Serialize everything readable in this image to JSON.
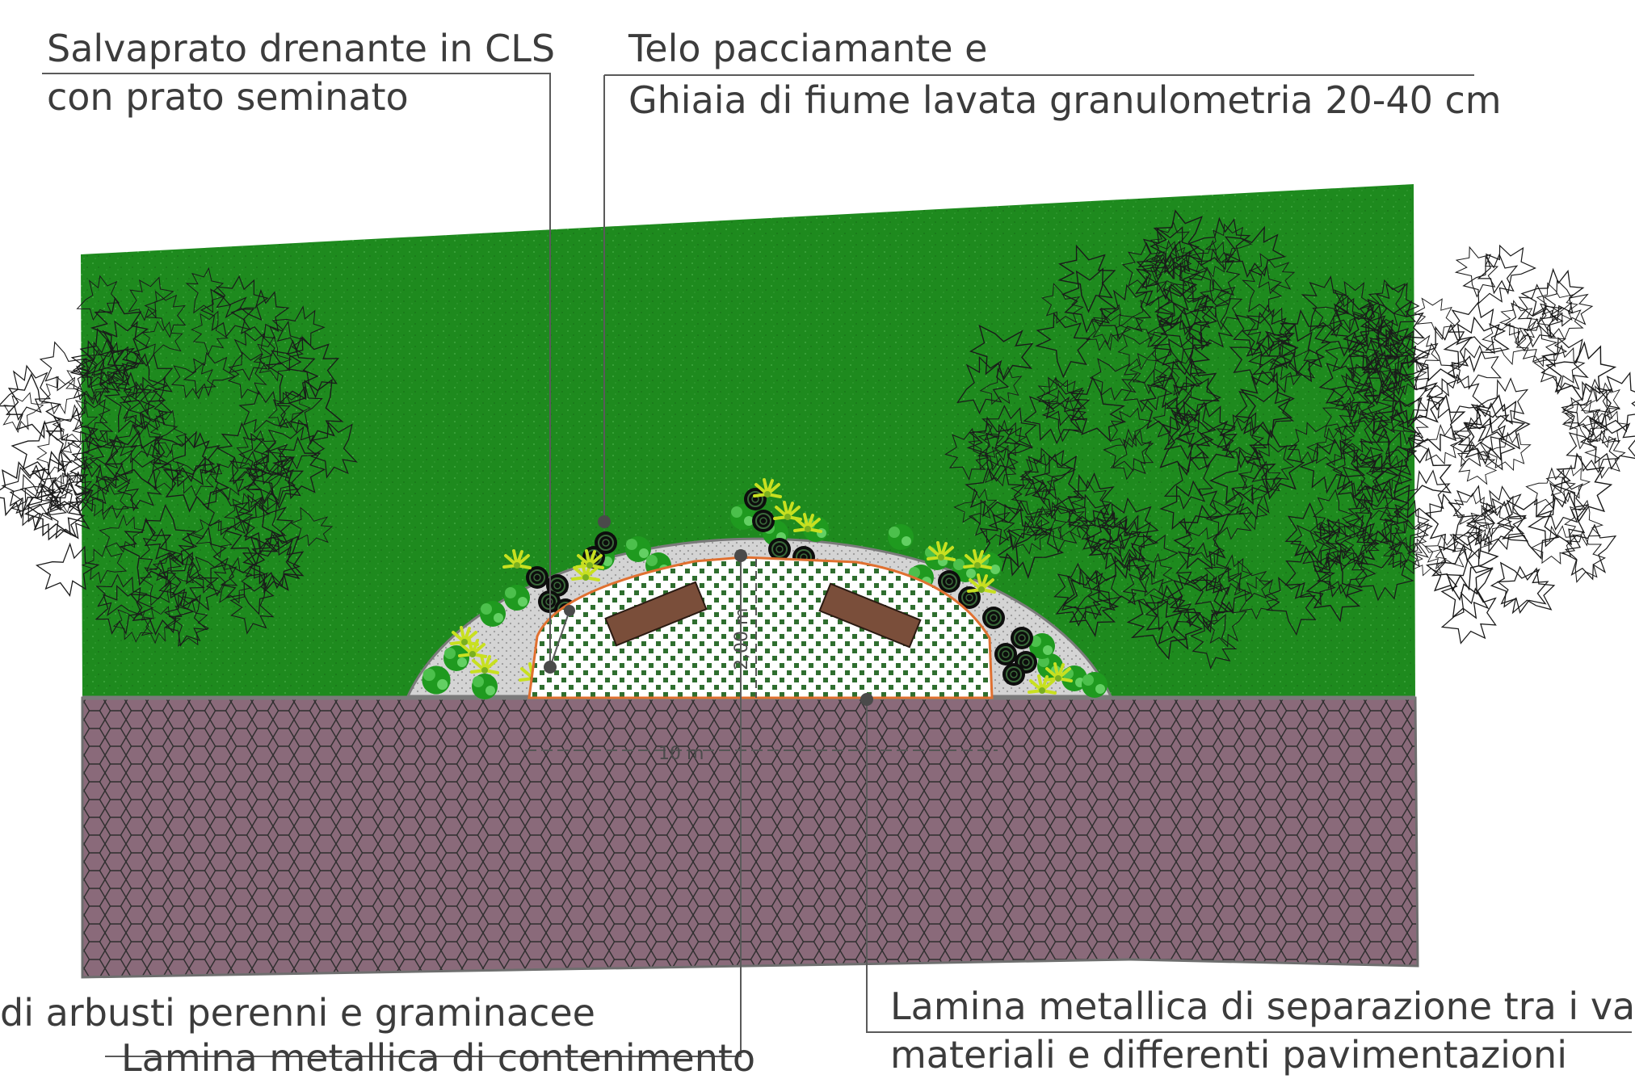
{
  "labels": {
    "salvaprato_line1": "Salvaprato drenante in CLS",
    "salvaprato_line2": "con prato seminato",
    "telo_line1": "Telo pacciamante e",
    "telo_line2": "Ghiaia di fiume lavata granulometria 20-40 cm",
    "arbusti": "di arbusti perenni e graminacee",
    "lamina_contenimento": "Lamina metallica di contenimento",
    "lamina_separazione_line1": "Lamina metallica di separazione tra i vari",
    "lamina_separazione_line2": "materiali e differenti pavimentazioni"
  },
  "dimensions": {
    "width_label": "10 m",
    "height_label": "2,00 m"
  },
  "colors": {
    "lawn": "#1e8a1e",
    "paving": "#8a6a7a",
    "gravel": "#d2d2d2",
    "bench": "#7a4e3a",
    "border": "#e07030"
  }
}
